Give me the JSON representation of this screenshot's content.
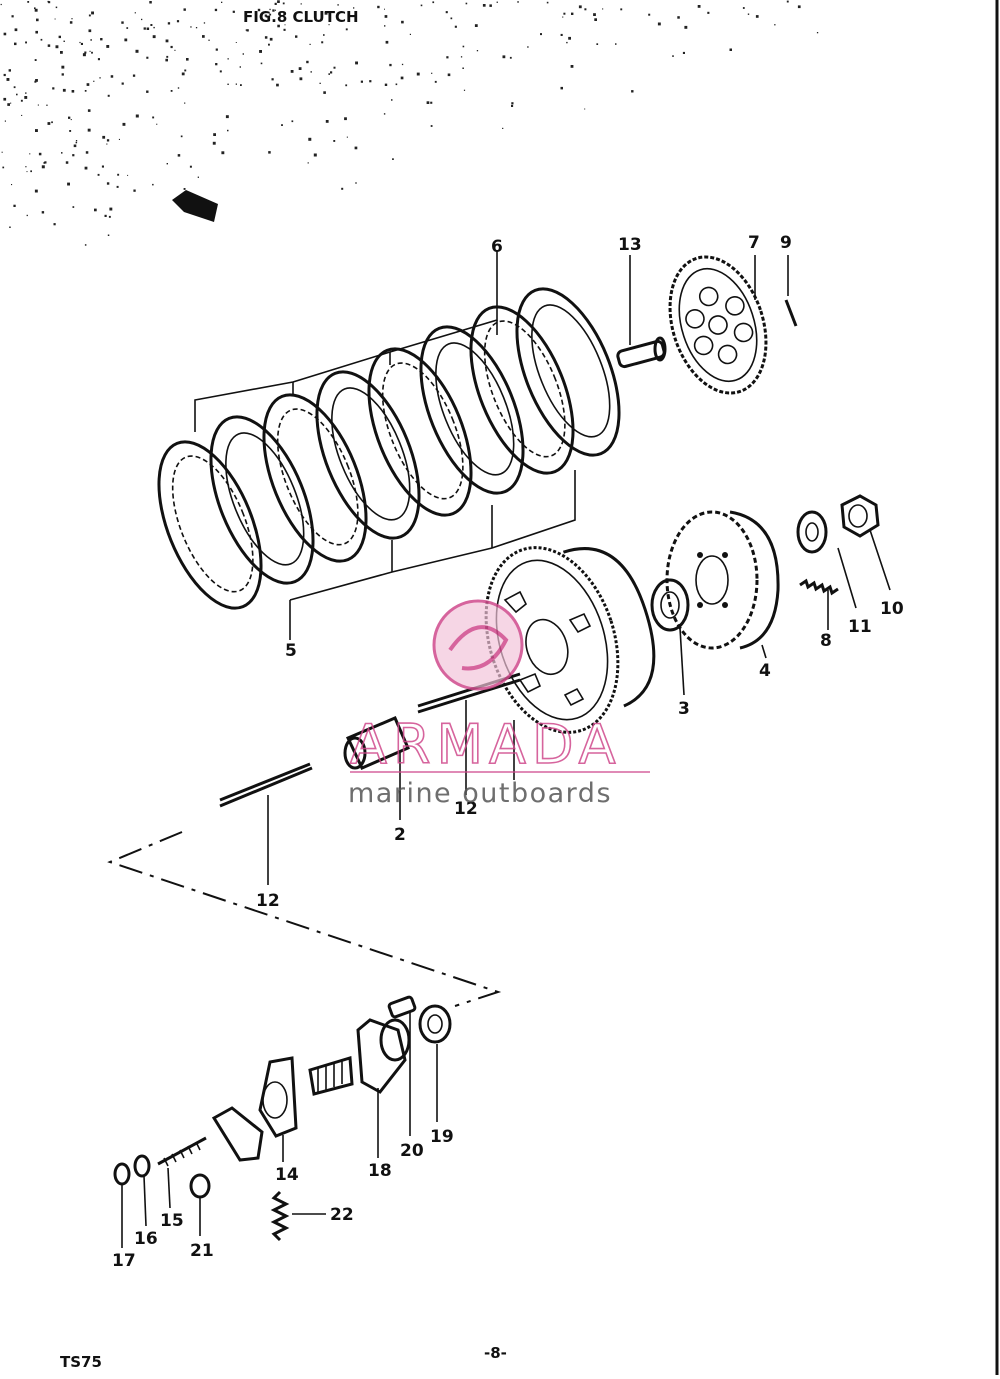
{
  "header": {
    "title": "FIG.8  CLUTCH"
  },
  "footer": {
    "model": "TS75",
    "page": "-8-"
  },
  "watermark": {
    "brand": "ARMADA",
    "tagline": "marine outboards",
    "color": "#d04a8c"
  },
  "callouts": [
    {
      "id": "c2",
      "text": "2"
    },
    {
      "id": "c3",
      "text": "3"
    },
    {
      "id": "c4",
      "text": "4"
    },
    {
      "id": "c5",
      "text": "5"
    },
    {
      "id": "c6",
      "text": "6"
    },
    {
      "id": "c7",
      "text": "7"
    },
    {
      "id": "c8",
      "text": "8"
    },
    {
      "id": "c9",
      "text": "9"
    },
    {
      "id": "c10",
      "text": "10"
    },
    {
      "id": "c11",
      "text": "11"
    },
    {
      "id": "c12a",
      "text": "12"
    },
    {
      "id": "c12b",
      "text": "12"
    },
    {
      "id": "c13",
      "text": "13"
    },
    {
      "id": "c14",
      "text": "14"
    },
    {
      "id": "c15",
      "text": "15"
    },
    {
      "id": "c16",
      "text": "16"
    },
    {
      "id": "c17",
      "text": "17"
    },
    {
      "id": "c18",
      "text": "18"
    },
    {
      "id": "c19",
      "text": "19"
    },
    {
      "id": "c20",
      "text": "20"
    },
    {
      "id": "c21",
      "text": "21"
    },
    {
      "id": "c22",
      "text": "22"
    }
  ]
}
